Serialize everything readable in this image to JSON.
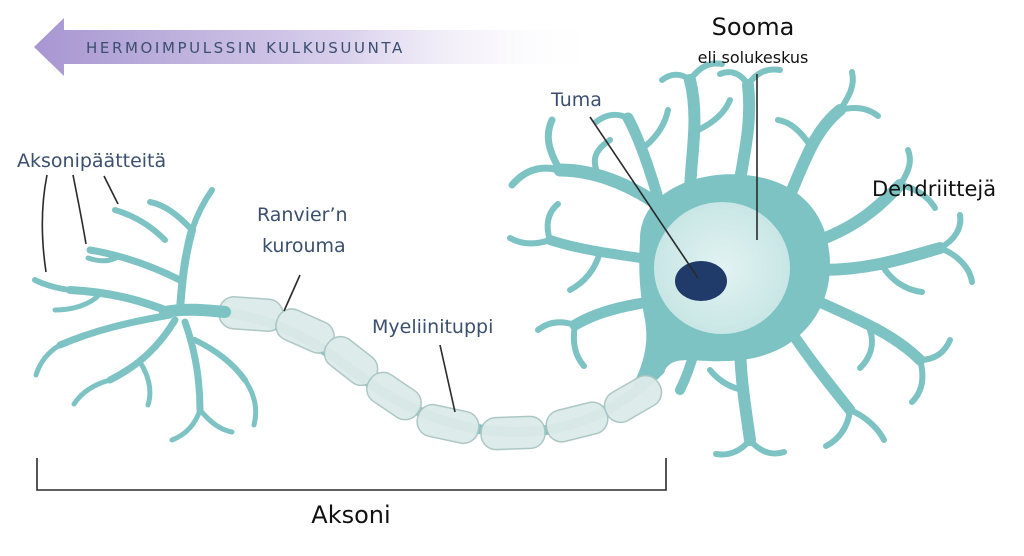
{
  "direction": {
    "label": "HERMOIMPULSSIN KULKUSUUNTA"
  },
  "labels": {
    "soma_title": "Sooma",
    "soma_subtitle": "eli solukeskus",
    "nucleus": "Tuma",
    "dendrites": "Dendriittejä",
    "axon_terminals": "Aksonipäätteitä",
    "ranvier_line1": "Ranvier’n",
    "ranvier_line2": "kurouma",
    "myelin": "Myeliinituppi",
    "axon": "Aksoni"
  },
  "colors": {
    "neuron": "#7ec3c3",
    "soma_inner": "#d3ecec",
    "nucleus": "#203a6a",
    "myelin_fill": "#dcebe9",
    "myelin_stroke": "#a9c5c2",
    "label_blue": "#3b4f6e",
    "arrow_start": "#a796d1",
    "arrow_end": "#ffffff"
  }
}
